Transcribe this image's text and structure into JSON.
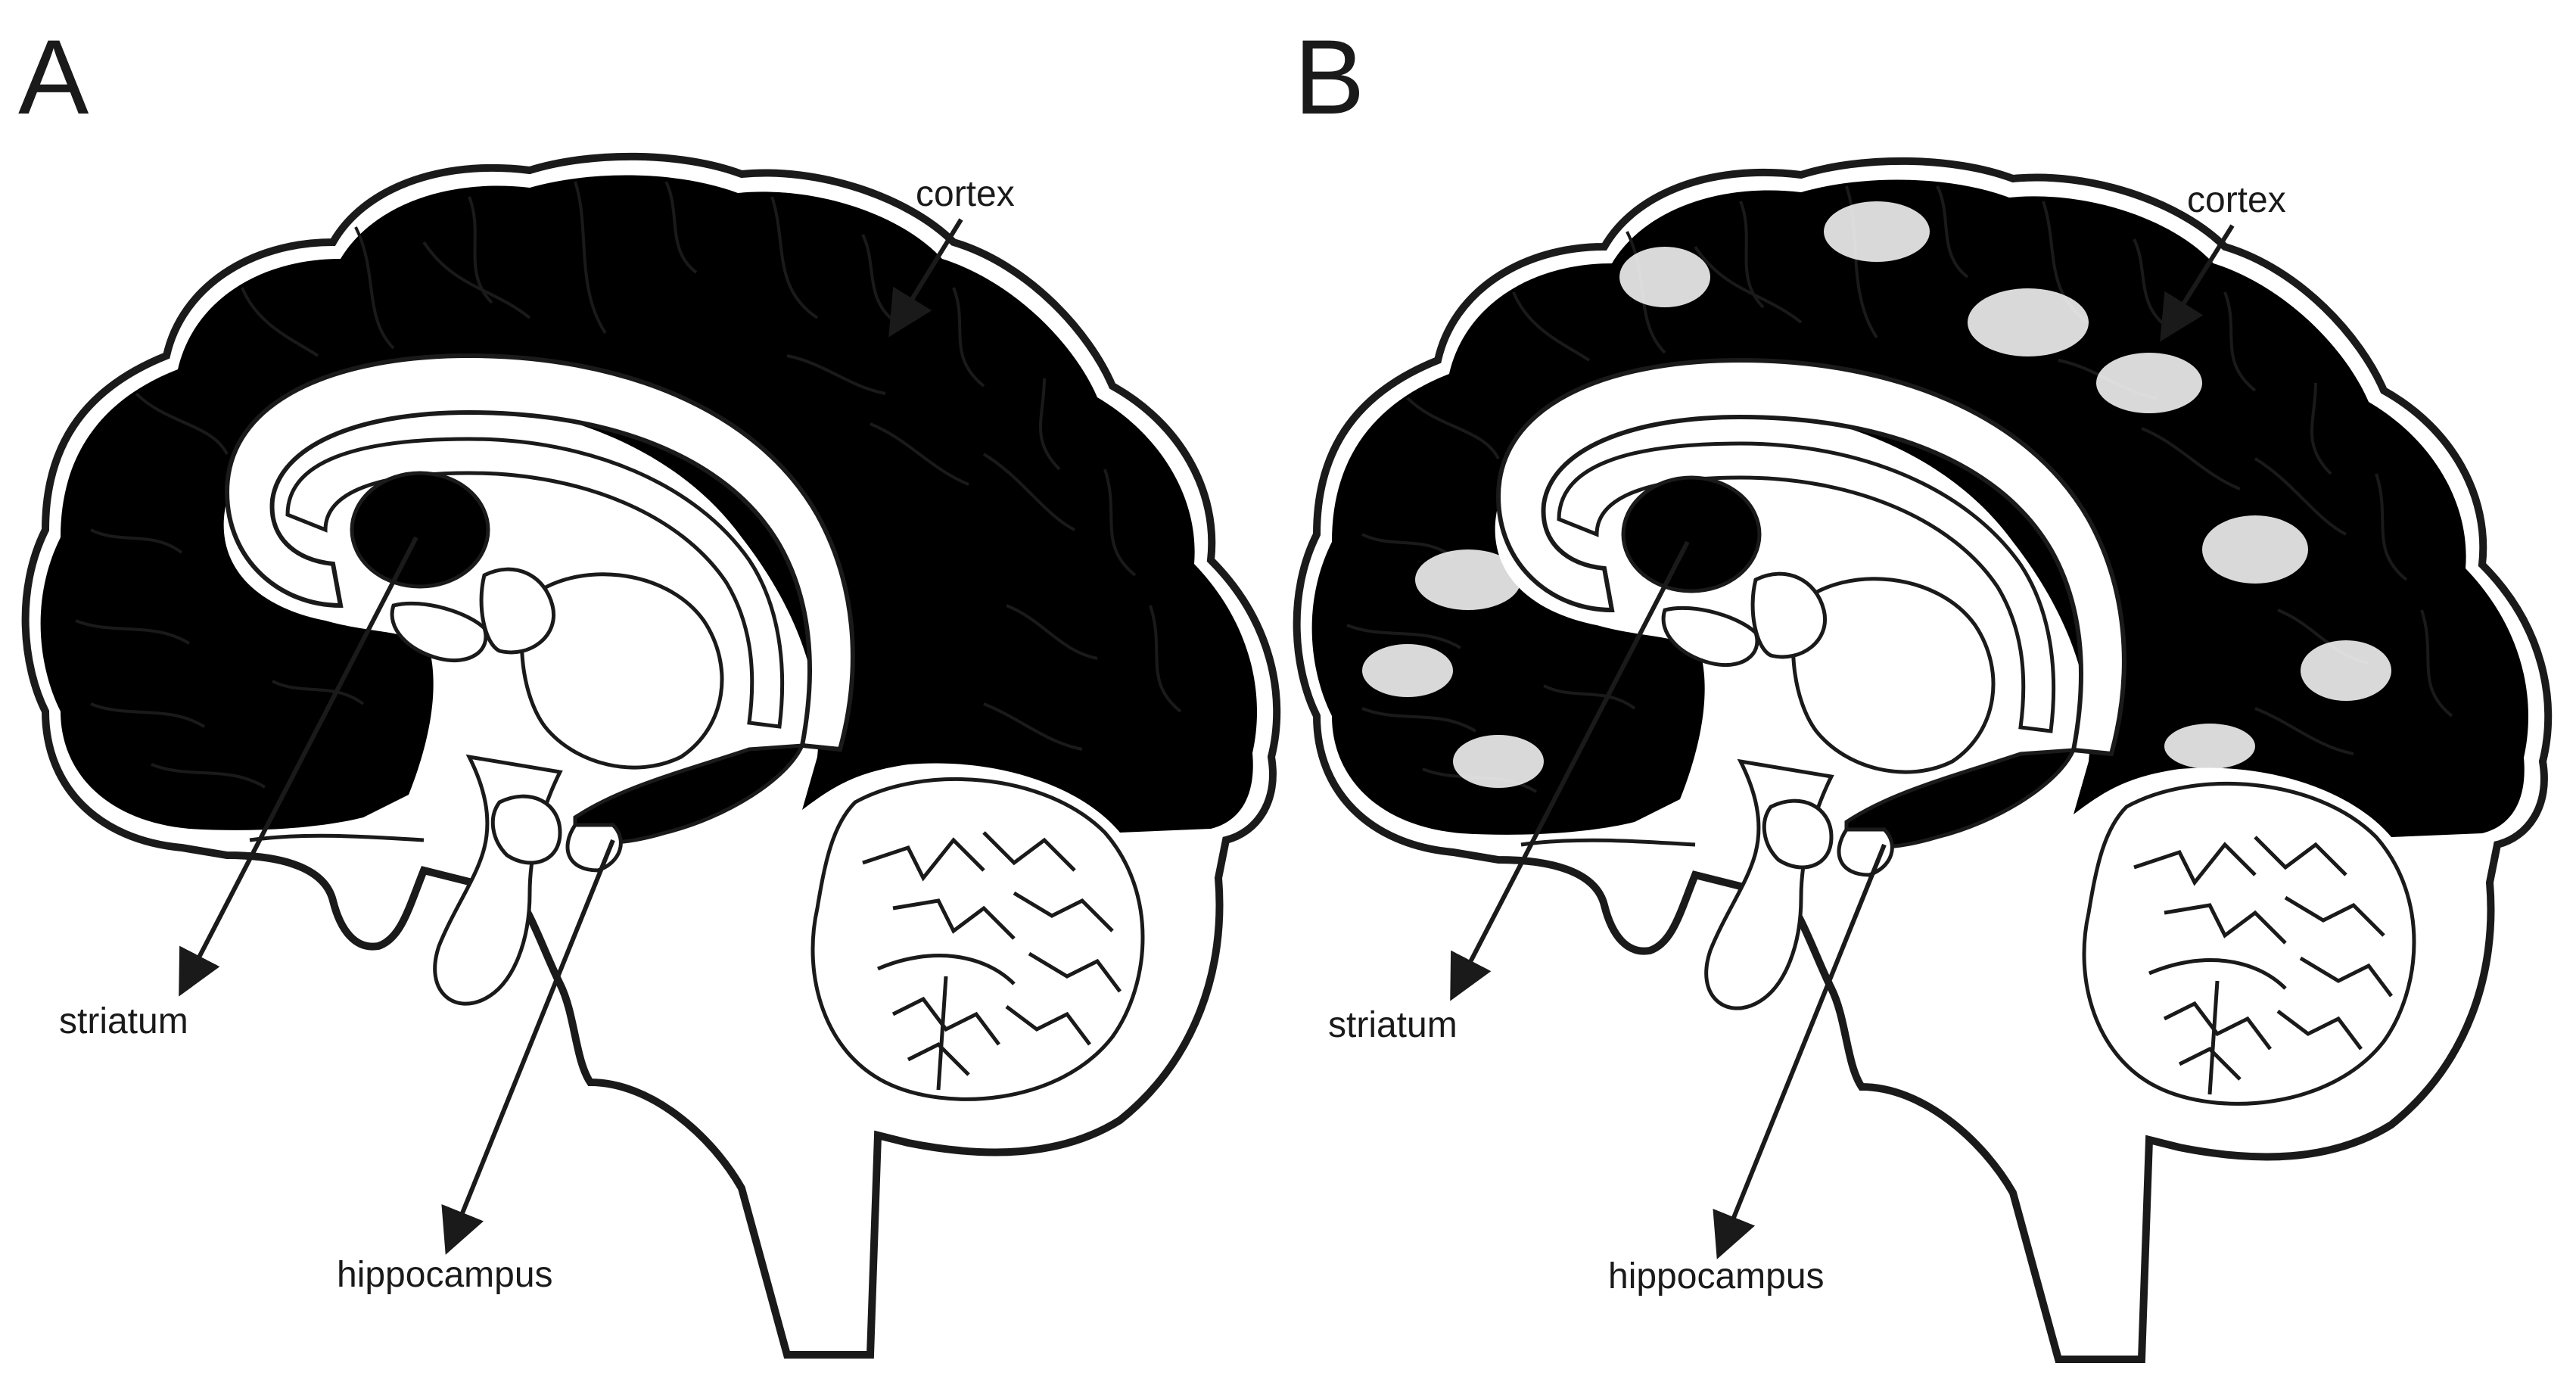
{
  "colors": {
    "dot": "#0a3fd1",
    "outline": "#1a1a1a",
    "fill": "#ffffff"
  },
  "panels": [
    {
      "letter": "A",
      "cortex_density": "uniform",
      "labels": {
        "cortex": "cortex",
        "striatum": "striatum",
        "hippocampus": "hippocampus"
      }
    },
    {
      "letter": "B",
      "cortex_density": "patchy",
      "labels": {
        "cortex": "cortex",
        "striatum": "striatum",
        "hippocampus": "hippocampus"
      }
    }
  ]
}
